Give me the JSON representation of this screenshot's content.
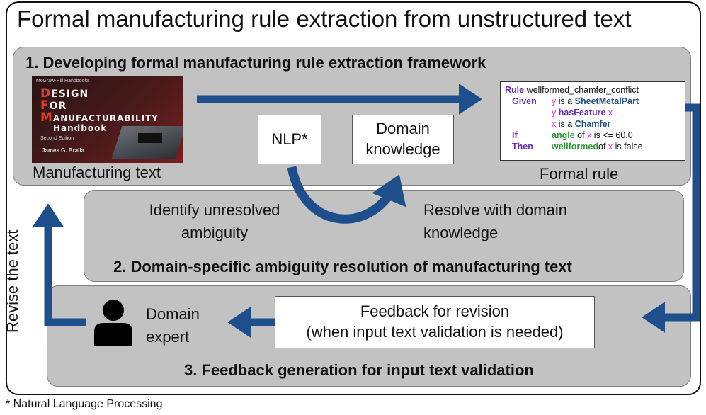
{
  "title": "Formal manufacturing rule extraction from unstructured text",
  "stage1": {
    "title": "1. Developing formal manufacturing rule extraction framework",
    "manufacturing_text_label": "Manufacturing text",
    "nlp_label": "NLP*",
    "domain_knowledge_label": "Domain knowledge",
    "formal_rule_label": "Formal rule",
    "book": {
      "series": "McGraw-Hill Handbooks",
      "line1_cap": "D",
      "line1_rest": "ESIGN",
      "line2_cap": "F",
      "line2_rest": "OR",
      "line3_cap": "M",
      "line3_rest": "ANUFACTURABILITY",
      "line4": "Handbook",
      "edition": "Second Edition",
      "author": "James G. Bralla"
    }
  },
  "rule": {
    "kw_rule": "Rule",
    "rule_name": "wellformed_chamfer_conflict",
    "kw_given": "Given",
    "g1_var": "y",
    "g1_text": "is a",
    "g1_class": "SheetMetalPart",
    "g2_var": "y",
    "g2_prop": "hasFeature",
    "g2_var2": "x",
    "g3_var": "x",
    "g3_text": "is a",
    "g3_class": "Chamfer",
    "kw_if": "If",
    "if_prop": "angle",
    "if_of": "of",
    "if_var": "x",
    "if_text": "is <= 60.0",
    "kw_then": "Then",
    "then_prop": "wellformed",
    "then_of": "of",
    "then_var": "x",
    "then_text": "is false"
  },
  "stage2": {
    "title": "2. Domain-specific ambiguity resolution of manufacturing text",
    "identify_line1": "Identify unresolved",
    "identify_line2": "ambiguity",
    "resolve_line1": "Resolve with domain",
    "resolve_line2": "knowledge"
  },
  "stage3": {
    "title": "3. Feedback generation for input text validation",
    "feedback_line1": "Feedback for revision",
    "feedback_line2": "(when input text validation is needed)",
    "expert_line1": "Domain",
    "expert_line2": "expert"
  },
  "revise_label": "Revise the text",
  "footnote": "* Natural Language Processing",
  "colors": {
    "arrow": "#1f4e8c",
    "panel": "#c2c2c2",
    "book_accent": "#e23b2b"
  },
  "icons": {
    "expert": "person-icon"
  }
}
